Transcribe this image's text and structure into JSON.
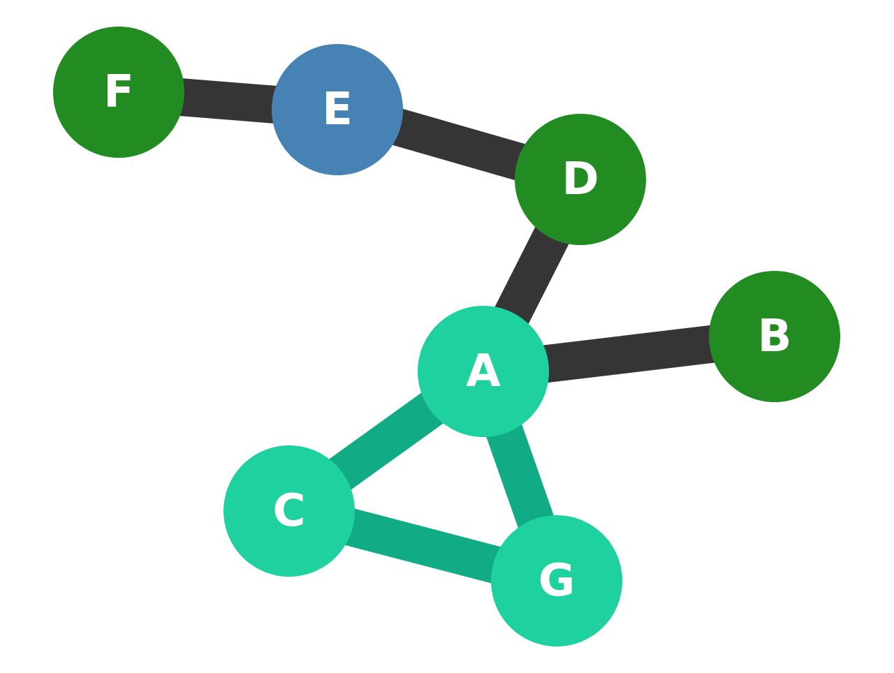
{
  "graph": {
    "nodes": [
      {
        "id": "A",
        "label": "A",
        "color": "#20d1a0"
      },
      {
        "id": "B",
        "label": "B",
        "color": "#228b22"
      },
      {
        "id": "C",
        "label": "C",
        "color": "#20d1a0"
      },
      {
        "id": "D",
        "label": "D",
        "color": "#228b22"
      },
      {
        "id": "E",
        "label": "E",
        "color": "#4682b4"
      },
      {
        "id": "F",
        "label": "F",
        "color": "#228b22"
      },
      {
        "id": "G",
        "label": "G",
        "color": "#20d1a0"
      }
    ],
    "edges": [
      {
        "source": "F",
        "target": "E",
        "color": "#353535"
      },
      {
        "source": "E",
        "target": "D",
        "color": "#353535"
      },
      {
        "source": "D",
        "target": "A",
        "color": "#353535"
      },
      {
        "source": "A",
        "target": "B",
        "color": "#353535"
      },
      {
        "source": "A",
        "target": "C",
        "color": "#11ac86"
      },
      {
        "source": "A",
        "target": "G",
        "color": "#11ac86"
      },
      {
        "source": "C",
        "target": "G",
        "color": "#11ac86"
      }
    ]
  }
}
